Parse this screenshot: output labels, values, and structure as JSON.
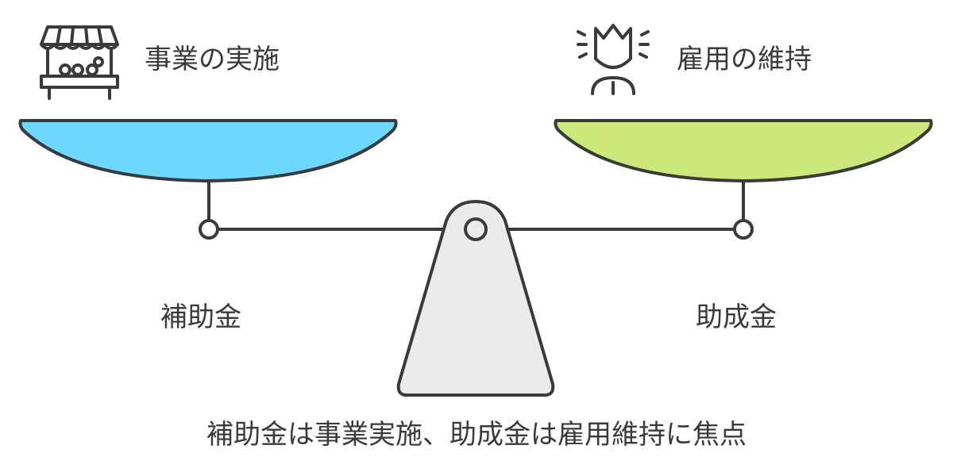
{
  "left": {
    "title": "事業の実施",
    "money": "補助金",
    "pan_color": "#6dd8fb",
    "icon": "market-stall-icon"
  },
  "right": {
    "title": "雇用の維持",
    "money": "助成金",
    "pan_color": "#cbe97a",
    "icon": "person-icon"
  },
  "caption": "補助金は事業実施、助成金は雇用維持に焦点",
  "colors": {
    "stroke": "#3a3a3a",
    "fulcrum": "#ebebeb"
  }
}
